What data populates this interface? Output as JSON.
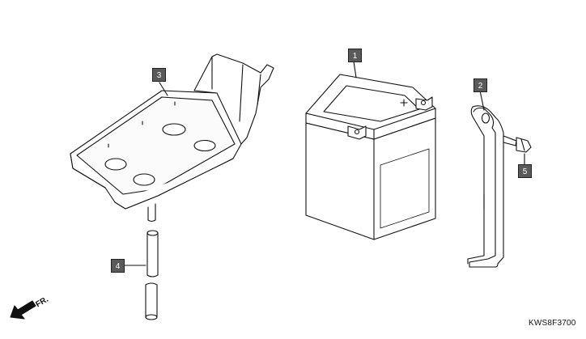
{
  "callouts": {
    "battery": "1",
    "battery_band": "2",
    "battery_tray": "3",
    "drain_tube": "4",
    "bolt": "5"
  },
  "front_indicator": "FR.",
  "figure_code": "KWS8F3700"
}
